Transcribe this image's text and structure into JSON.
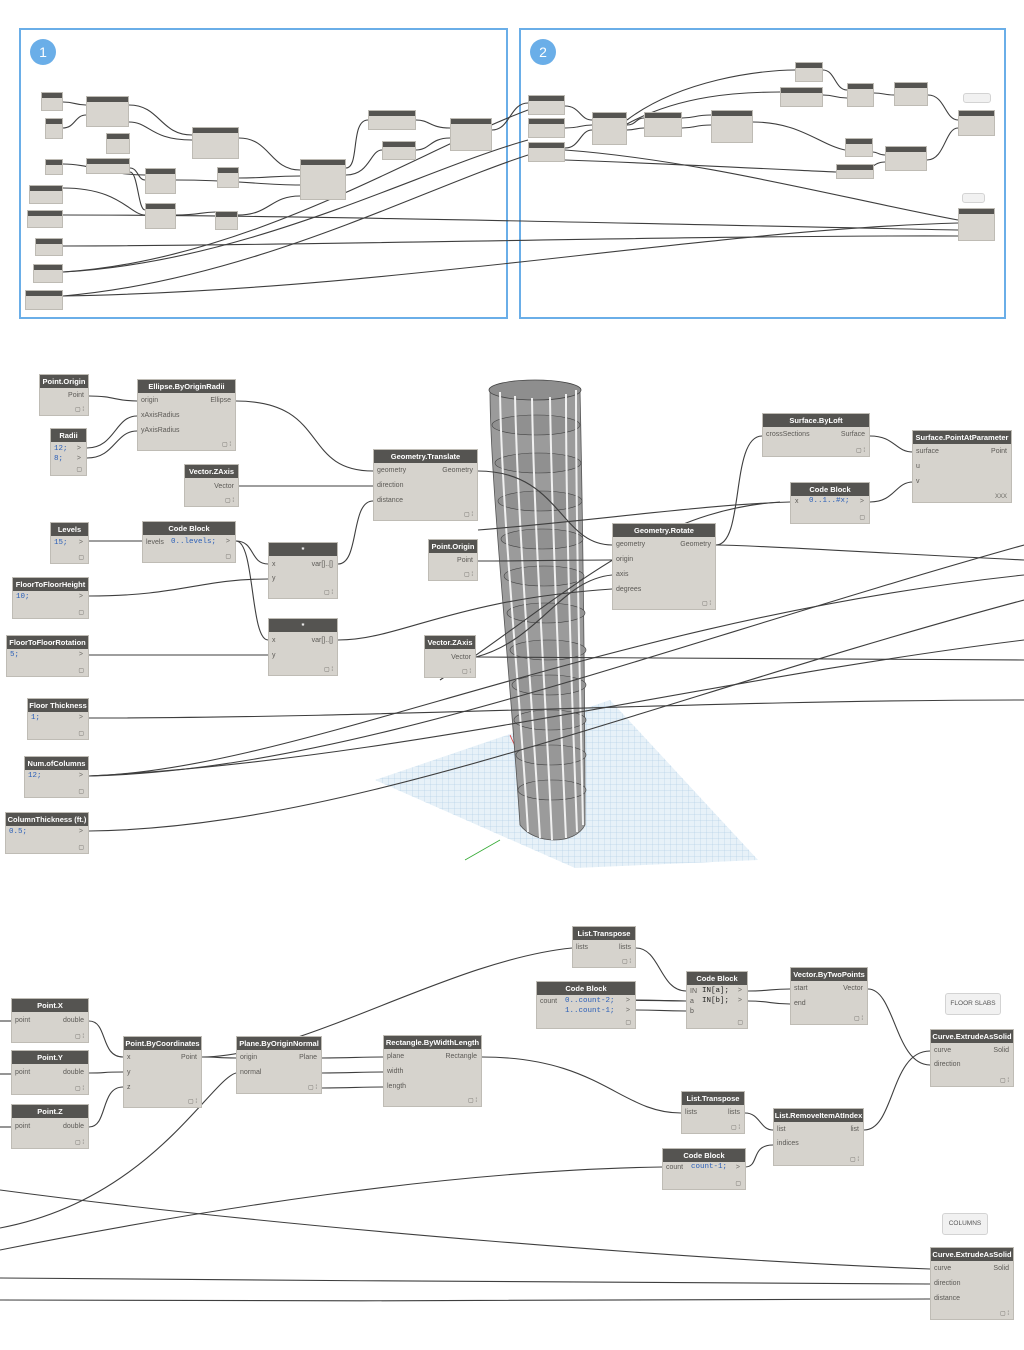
{
  "overview": {
    "group1_number": "1",
    "group2_number": "2"
  },
  "notes": {
    "floor_slabs": "FLOOR SLABS",
    "columns": "COLUMNS"
  },
  "section2": {
    "point_origin_1": {
      "title": "Point.Origin",
      "out": "Point"
    },
    "ellipse": {
      "title": "Ellipse.ByOriginRadii",
      "in": [
        "origin",
        "xAxisRadius",
        "yAxisRadius"
      ],
      "out": "Ellipse"
    },
    "radii": {
      "title": "Radii",
      "values": [
        "12;",
        "8;"
      ]
    },
    "vector_z_1": {
      "title": "Vector.ZAxis",
      "out": "Vector"
    },
    "geometry_translate": {
      "title": "Geometry.Translate",
      "in": [
        "geometry",
        "direction",
        "distance"
      ],
      "out": "Geometry"
    },
    "levels": {
      "title": "Levels",
      "value": "15;"
    },
    "code_block_levels": {
      "title": "Code Block",
      "port": "levels",
      "code": "0..levels;"
    },
    "mult_1": {
      "title": "*",
      "in": [
        "x",
        "y"
      ],
      "out": "var[]..[]"
    },
    "mult_2": {
      "title": "*",
      "in": [
        "x",
        "y"
      ],
      "out": "var[]..[]"
    },
    "floor_height": {
      "title": "FloorToFloorHeight",
      "value": "10;"
    },
    "floor_rotation": {
      "title": "FloorToFloorRotation",
      "value": "5;"
    },
    "floor_thickness": {
      "title": "Floor Thickness",
      "value": "1;"
    },
    "num_columns": {
      "title": "Num.ofColumns",
      "value": "12;"
    },
    "column_thickness": {
      "title": "ColumnThickness (ft.)",
      "value": "0.5;"
    },
    "point_origin_2": {
      "title": "Point.Origin",
      "out": "Point"
    },
    "vector_z_2": {
      "title": "Vector.ZAxis",
      "out": "Vector"
    },
    "geometry_rotate": {
      "title": "Geometry.Rotate",
      "in": [
        "geometry",
        "origin",
        "axis",
        "degrees"
      ],
      "out": "Geometry"
    },
    "surface_loft": {
      "title": "Surface.ByLoft",
      "in": [
        "crossSections"
      ],
      "out": "Surface"
    },
    "code_block_x": {
      "title": "Code Block",
      "port": "x",
      "code": "0..1..#x;"
    },
    "surface_point": {
      "title": "Surface.PointAtParameter",
      "in": [
        "surface",
        "u",
        "v"
      ],
      "out": "Point",
      "lacing": "XXX"
    }
  },
  "section3": {
    "point_x": {
      "title": "Point.X",
      "in": "point",
      "out": "double"
    },
    "point_y": {
      "title": "Point.Y",
      "in": "point",
      "out": "double"
    },
    "point_z": {
      "title": "Point.Z",
      "in": "point",
      "out": "double"
    },
    "point_bycoords": {
      "title": "Point.ByCoordinates",
      "in": [
        "x",
        "y",
        "z"
      ],
      "out": "Point"
    },
    "plane_normal": {
      "title": "Plane.ByOriginNormal",
      "in": [
        "origin",
        "normal"
      ],
      "out": "Plane"
    },
    "rectangle": {
      "title": "Rectangle.ByWidthLength",
      "in": [
        "plane",
        "width",
        "length"
      ],
      "out": "Rectangle"
    },
    "list_transpose_1": {
      "title": "List.Transpose",
      "in": "lists",
      "out": "lists"
    },
    "code_block_count": {
      "title": "Code Block",
      "port": "count",
      "code": [
        "0..count-2;",
        "1..count-1;"
      ]
    },
    "code_block_in": {
      "title": "Code Block",
      "in": [
        "IN",
        "a",
        "b"
      ],
      "code": [
        "IN[a];",
        "IN[b];"
      ]
    },
    "vector_two_points": {
      "title": "Vector.ByTwoPoints",
      "in": [
        "start",
        "end"
      ],
      "out": "Vector"
    },
    "extrude_1": {
      "title": "Curve.ExtrudeAsSolid",
      "in": [
        "curve",
        "direction"
      ],
      "out": "Solid"
    },
    "list_transpose_2": {
      "title": "List.Transpose",
      "in": "lists",
      "out": "lists"
    },
    "remove_index": {
      "title": "List.RemoveItemAtIndex",
      "in": [
        "list",
        "indices"
      ],
      "out": "list"
    },
    "code_block_count2": {
      "title": "Code Block",
      "port": "count",
      "code": "count-1;"
    },
    "extrude_2": {
      "title": "Curve.ExtrudeAsSolid",
      "in": [
        "curve",
        "direction",
        "distance"
      ],
      "out": "Solid"
    }
  }
}
